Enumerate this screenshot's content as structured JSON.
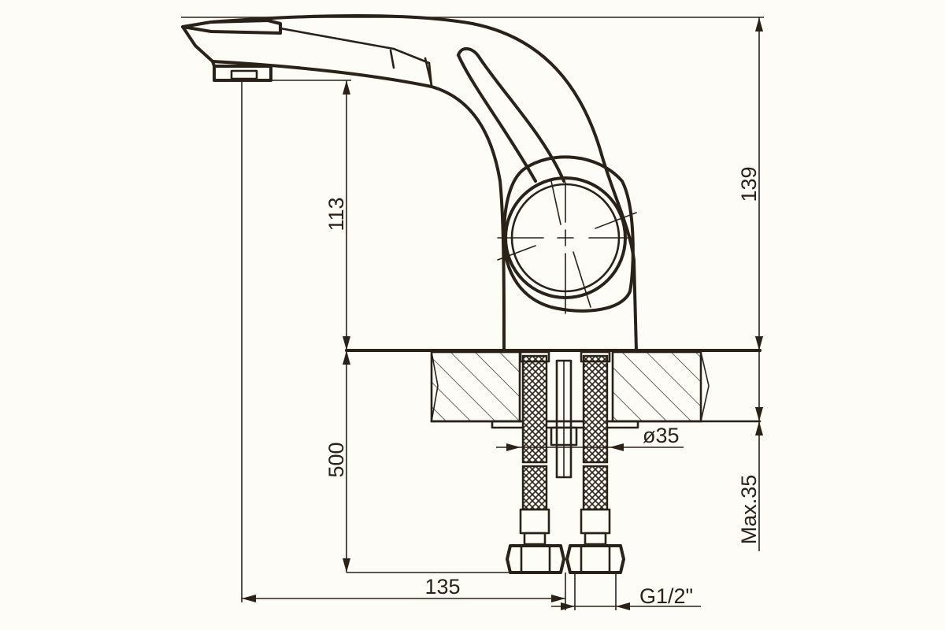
{
  "dimensions": {
    "spout_height": "113",
    "total_height": "139",
    "hose_length": "500",
    "mount_hole": "ø35",
    "max_counter_thickness": "Max.35",
    "reach": "135",
    "thread": "G1/2\""
  },
  "colors": {
    "ink": "#2a2118",
    "paper": "#fdfcf7"
  }
}
